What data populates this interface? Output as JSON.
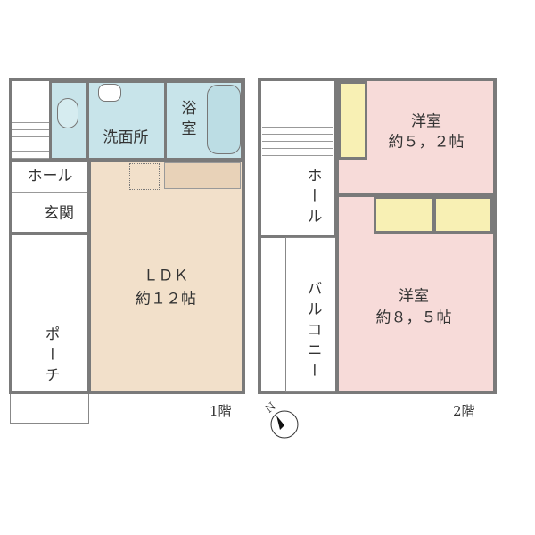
{
  "floor1": {
    "label": "1階",
    "rooms": {
      "washroom": "洗面所",
      "bath": "浴室",
      "hall": "ホール",
      "entrance": "玄関",
      "ldk_name": "ＬＤＫ",
      "ldk_size": "約１２帖",
      "porch": "ポーチ"
    }
  },
  "floor2": {
    "label": "2階",
    "rooms": {
      "western1_name": "洋室",
      "western1_size": "約５，２帖",
      "hall": "ホール",
      "western2_name": "洋室",
      "western2_size": "約８，５帖",
      "balcony": "バルコニー"
    }
  },
  "compass": {
    "label": "N"
  },
  "colors": {
    "ldk": "#f2e0ca",
    "wet": "#c8e4ea",
    "bedroom": "#f7dbd9",
    "closet": "#f8f0b4",
    "wall": "#7a7a7a"
  }
}
